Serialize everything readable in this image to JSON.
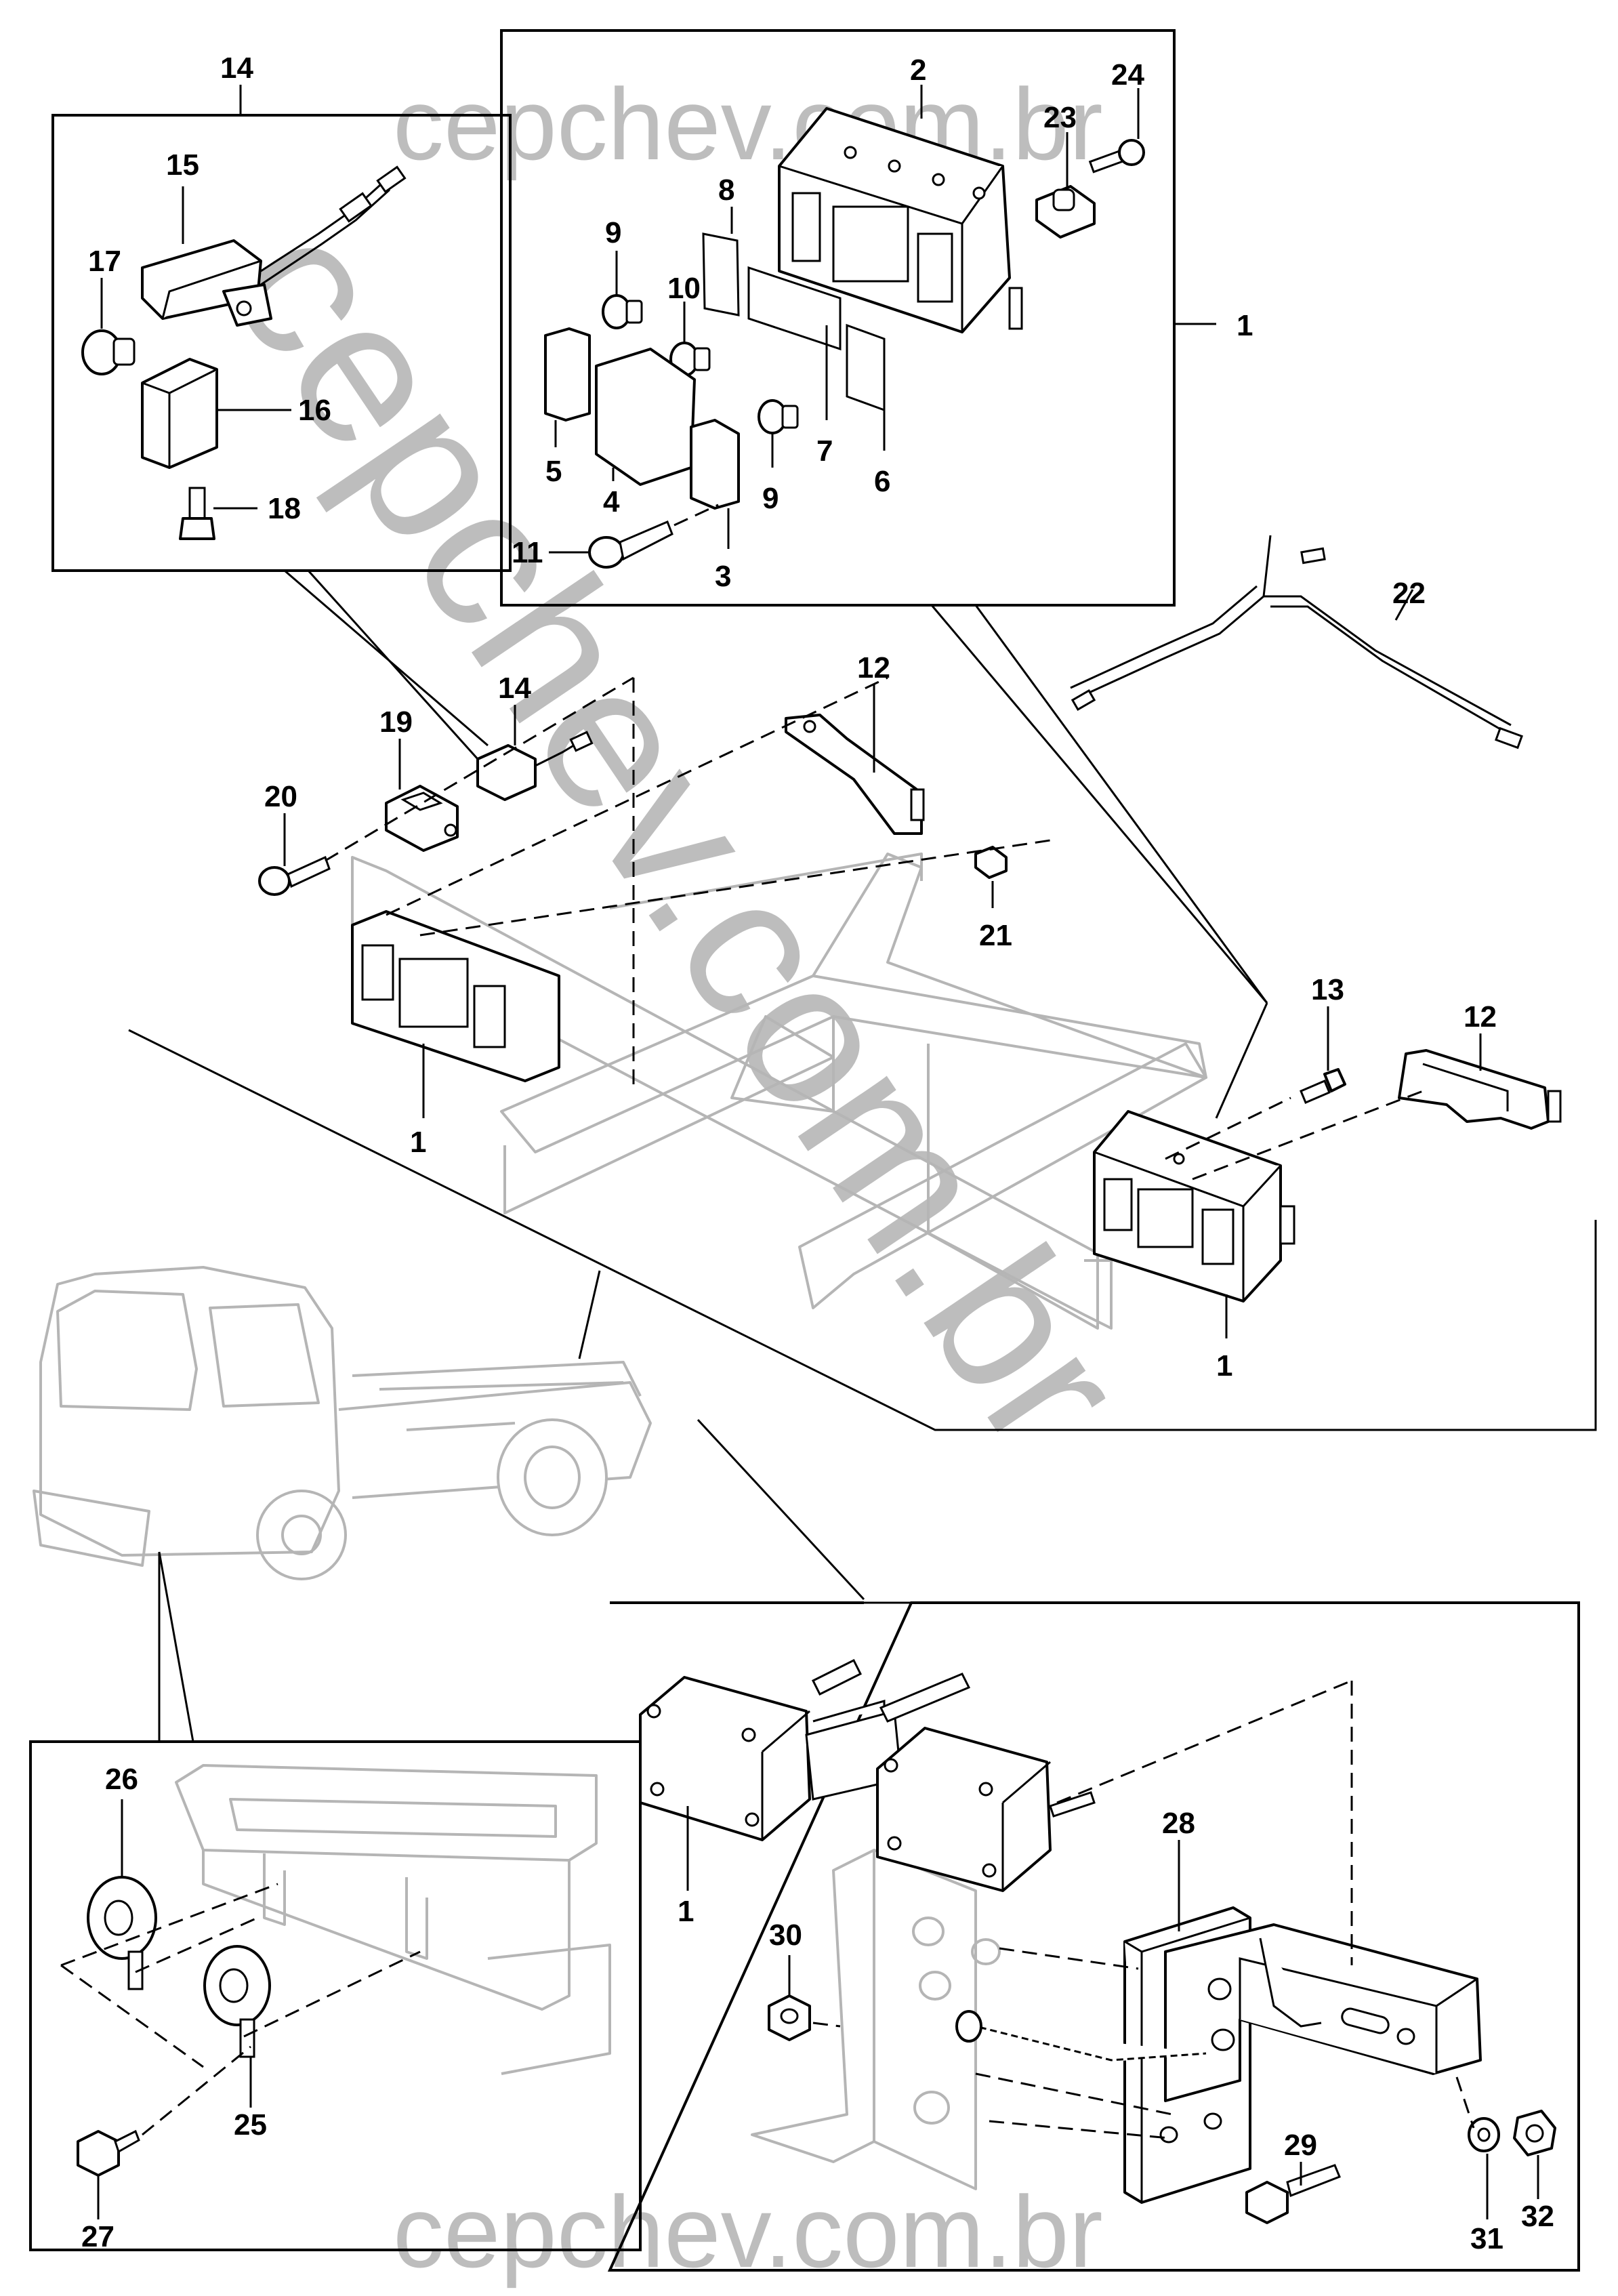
{
  "watermark": {
    "top": "cepchev.com.br",
    "bottom": "cepchev.com.br",
    "diagonal": "cepchev.com.br"
  },
  "callouts": {
    "p1_top": "1",
    "p1_mid_left": "1",
    "p1_mid_right": "1",
    "p1_bottom": "1",
    "p2": "2",
    "p3": "3",
    "p4": "4",
    "p5": "5",
    "p6": "6",
    "p7": "7",
    "p8": "8",
    "p9_a": "9",
    "p9_b": "9",
    "p10": "10",
    "p11": "11",
    "p12_a": "12",
    "p12_b": "12",
    "p13": "13",
    "p14_box": "14",
    "p14_mid": "14",
    "p15": "15",
    "p16": "16",
    "p17": "17",
    "p18": "18",
    "p19": "19",
    "p20": "20",
    "p21": "21",
    "p22": "22",
    "p23": "23",
    "p24": "24",
    "p25": "25",
    "p26": "26",
    "p27": "27",
    "p28": "28",
    "p29": "29",
    "p30": "30",
    "p31": "31",
    "p32": "32"
  }
}
